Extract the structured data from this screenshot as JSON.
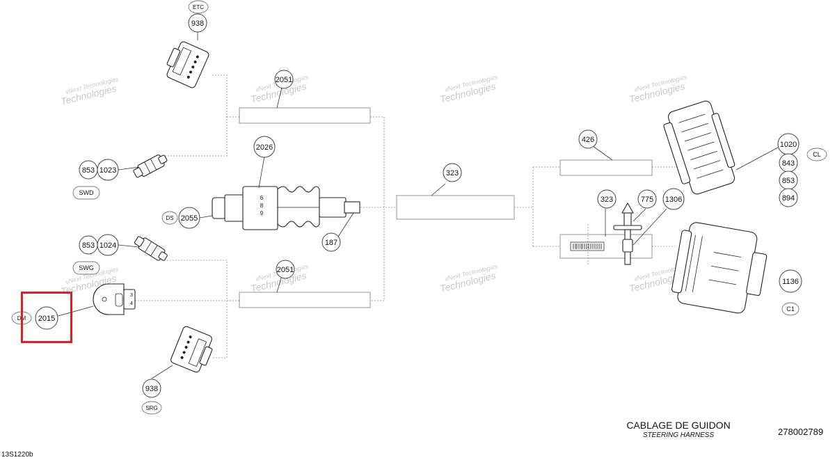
{
  "title": {
    "main": "CABLAGE DE GUIDON",
    "sub": "STEERING HARNESS"
  },
  "part_number": "278002789",
  "drawing_ref": "13S1220b",
  "watermark": {
    "line1": "vNext Technologies",
    "line2": "Technologies"
  },
  "callouts": {
    "c938_top": "938",
    "c2051_top": "2051",
    "c853_a": "853",
    "c1023": "1023",
    "c2026": "2026",
    "c2055": "2055",
    "c187": "187",
    "c853_b": "853",
    "c1024": "1024",
    "c2051_bottom": "2051",
    "c2015": "2015",
    "c938_bottom": "938",
    "c323_center": "323",
    "c426": "426",
    "c323_right": "323",
    "c775": "775",
    "c1306": "1306",
    "c1020": "1020",
    "c843": "843",
    "c853_c": "853",
    "c894": "894",
    "c1136": "1136"
  },
  "labels": {
    "etc": "ETC",
    "swd": "SWD",
    "swg": "SWG",
    "ds": "DS",
    "dm": "DM",
    "srg": "SRG",
    "cl": "CL",
    "c1": "C1"
  },
  "connector_pins": [
    "6",
    "8",
    "9"
  ],
  "plug_pins": [
    "3",
    "4"
  ],
  "colors": {
    "highlight": "#e02020",
    "line": "#333333",
    "watermark": "#c9c9c9"
  }
}
